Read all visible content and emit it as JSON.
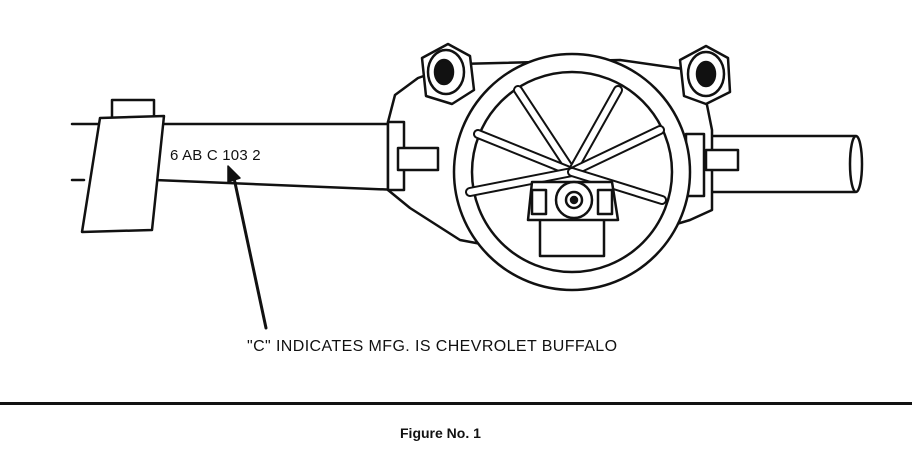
{
  "diagram": {
    "code_label": "6 AB C 103 2",
    "caption": "\"C\" INDICATES MFG. IS CHEVROLET BUFFALO",
    "figure_label": "Figure No. 1"
  }
}
